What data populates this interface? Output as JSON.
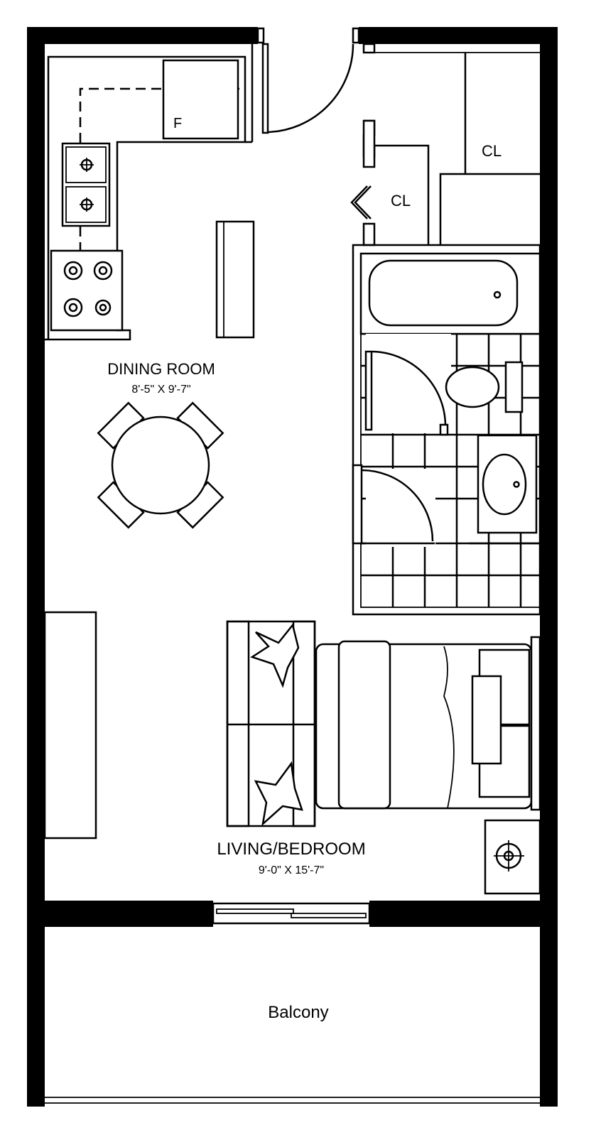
{
  "plan": {
    "rooms": {
      "dining": {
        "name": "DINING ROOM",
        "dims": "8'-5\" X 9'-7\""
      },
      "living": {
        "name": "LIVING/BEDROOM",
        "dims": "9'-0\" X 15'-7\""
      },
      "balcony": {
        "name": "Balcony"
      }
    },
    "closet_label_1": "CL",
    "closet_label_2": "CL",
    "fridge_label": "F"
  }
}
